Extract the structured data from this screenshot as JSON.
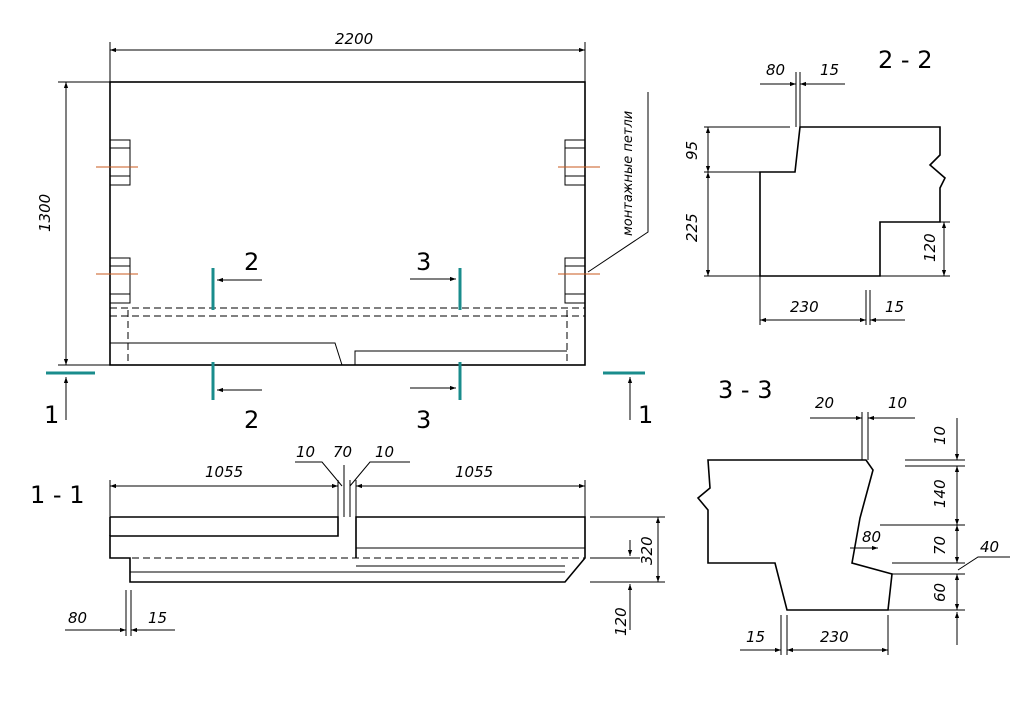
{
  "plan": {
    "width_dim": "2200",
    "height_dim": "1300",
    "note": "монтажные петли",
    "cut_marks": [
      "1",
      "1",
      "2",
      "2",
      "3",
      "3"
    ]
  },
  "section_1_1": {
    "title": "1 - 1",
    "dims": [
      "1055",
      "10",
      "70",
      "10",
      "1055",
      "320",
      "120",
      "80",
      "15"
    ]
  },
  "section_2_2": {
    "title": "2 - 2",
    "dims": [
      "80",
      "15",
      "95",
      "225",
      "120",
      "230",
      "15"
    ]
  },
  "section_3_3": {
    "title": "3 - 3",
    "dims": [
      "20",
      "10",
      "10",
      "140",
      "80",
      "70",
      "40",
      "60",
      "15",
      "230"
    ]
  },
  "colors": {
    "cut_line": "#1a8c8c",
    "lifting_loop": "#c85a1e",
    "line": "#000000"
  }
}
